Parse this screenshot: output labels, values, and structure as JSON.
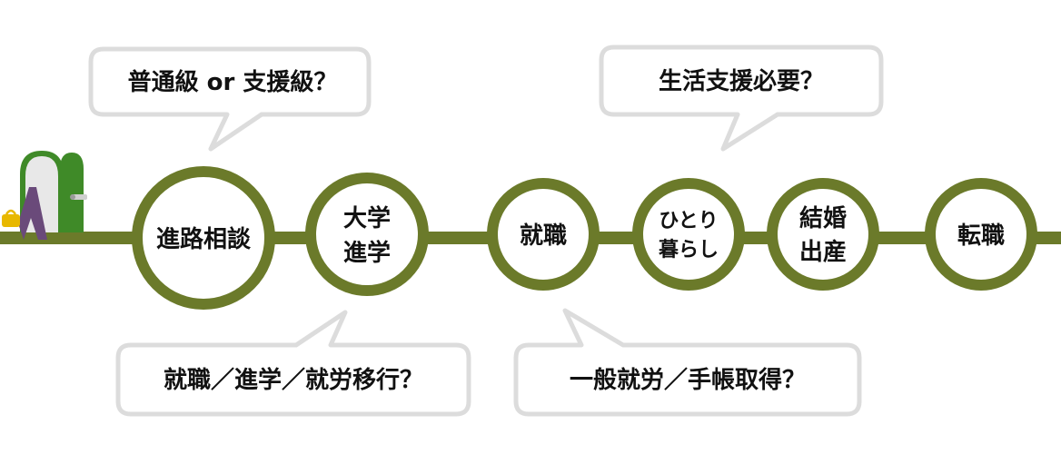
{
  "colors": {
    "line": "#6b7a2a",
    "bubble_border": "#dcdcdc",
    "door_frame": "#4a8a2a",
    "person": "#6a4a7a",
    "bag": "#e8b800"
  },
  "icons": [
    "door-icon",
    "person-icon",
    "bag-icon"
  ],
  "nodes": [
    {
      "lines": [
        "進路相談"
      ]
    },
    {
      "lines": [
        "大学",
        "進学"
      ]
    },
    {
      "lines": [
        "就職"
      ]
    },
    {
      "lines": [
        "ひとり",
        "暮らし"
      ]
    },
    {
      "lines": [
        "結婚",
        "出産"
      ]
    },
    {
      "lines": [
        "転職"
      ]
    }
  ],
  "bubbles": {
    "top_left": "普通級 or 支援級？",
    "top_right": "生活支援必要？",
    "bottom_left": "就職／進学／就労移行？",
    "bottom_right": "一般就労／手帳取得？"
  }
}
